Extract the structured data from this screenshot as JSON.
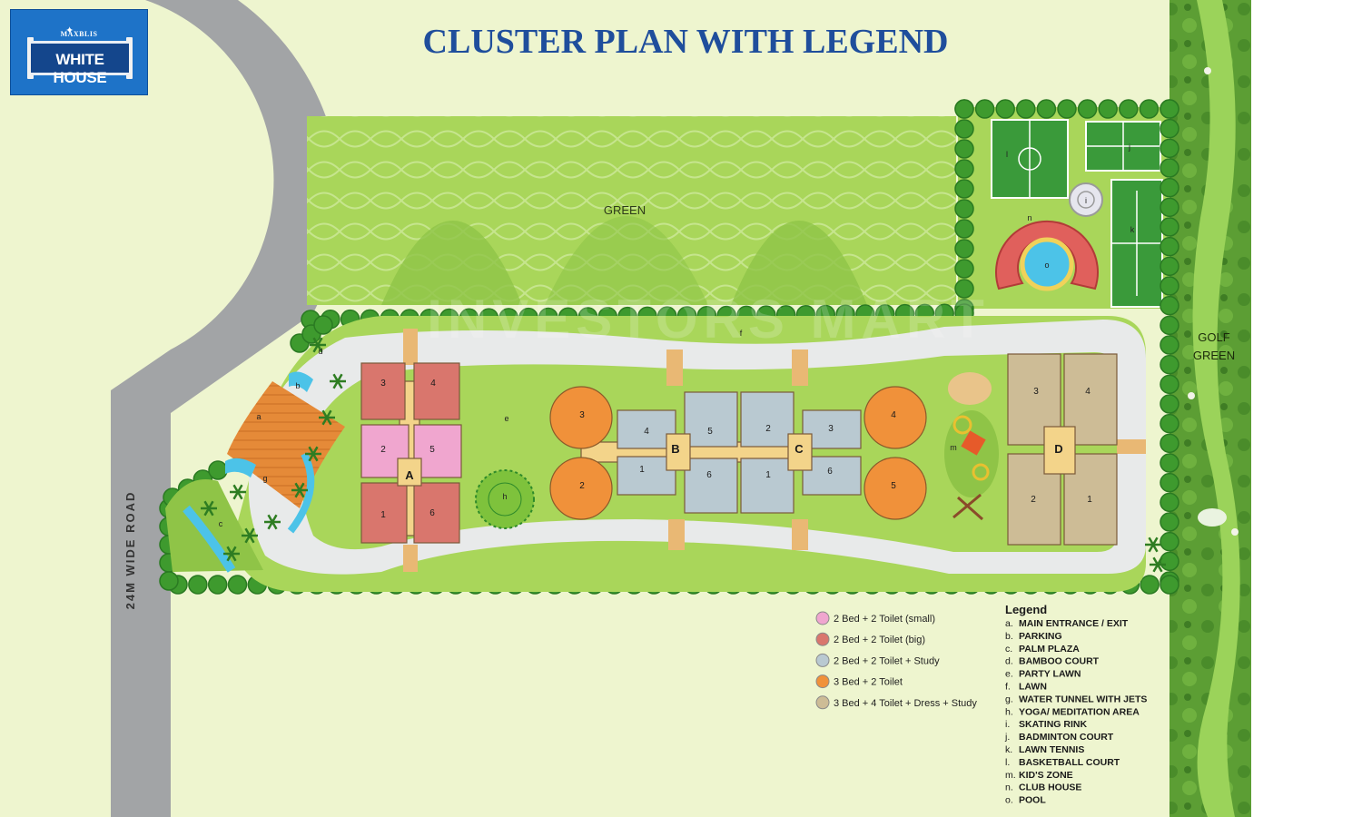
{
  "title": "CLUSTER PLAN WITH LEGEND",
  "logo": {
    "brand": "MAXBLIS",
    "name": "WHITE HOUSE"
  },
  "road_label": "24M WIDE ROAD",
  "area_labels": {
    "green": "GREEN",
    "golf_green": [
      "GOLF",
      "GREEN"
    ]
  },
  "watermark": "INVESTORS MART",
  "towers": [
    {
      "id": "A",
      "units": [
        "1",
        "2",
        "3",
        "4",
        "5",
        "6"
      ]
    },
    {
      "id": "B",
      "units": [
        "1",
        "2",
        "3",
        "4",
        "5",
        "6"
      ]
    },
    {
      "id": "C",
      "units": [
        "1",
        "2",
        "3",
        "4",
        "5",
        "6"
      ]
    },
    {
      "id": "D",
      "units": [
        "1",
        "2",
        "3",
        "4"
      ]
    }
  ],
  "amenity_markers": [
    "a",
    "b",
    "c",
    "d",
    "e",
    "f",
    "g",
    "h",
    "i",
    "j",
    "k",
    "l",
    "m",
    "n",
    "o"
  ],
  "unit_types": [
    {
      "label": "2 Bed + 2 Toilet (small)",
      "color": "#f0a6cf"
    },
    {
      "label": "2 Bed + 2 Toilet (big)",
      "color": "#d9766d"
    },
    {
      "label": "2 Bed + 2 Toilet + Study",
      "color": "#b9c9d1"
    },
    {
      "label": "3 Bed + 2 Toilet",
      "color": "#f0913a"
    },
    {
      "label": "3 Bed + 4 Toilet + Dress + Study",
      "color": "#cdbc96"
    }
  ],
  "legend": {
    "heading": "Legend",
    "items": [
      {
        "key": "a.",
        "label": "MAIN ENTRANCE / EXIT"
      },
      {
        "key": "b.",
        "label": "PARKING"
      },
      {
        "key": "c.",
        "label": "PALM PLAZA"
      },
      {
        "key": "d.",
        "label": "BAMBOO COURT"
      },
      {
        "key": "e.",
        "label": "PARTY LAWN"
      },
      {
        "key": "f.",
        "label": "LAWN"
      },
      {
        "key": "g.",
        "label": "WATER TUNNEL WITH JETS"
      },
      {
        "key": "h.",
        "label": "YOGA/ MEDITATION AREA"
      },
      {
        "key": "i.",
        "label": "SKATING RINK"
      },
      {
        "key": "j.",
        "label": "BADMINTON COURT"
      },
      {
        "key": "k.",
        "label": "LAWN TENNIS"
      },
      {
        "key": "l.",
        "label": "BASKETBALL COURT"
      },
      {
        "key": "m.",
        "label": "KID'S ZONE"
      },
      {
        "key": "n.",
        "label": "CLUB HOUSE"
      },
      {
        "key": "o.",
        "label": "POOL"
      }
    ]
  },
  "colors": {
    "background": "#eef5cf",
    "road": "#a2a4a6",
    "green_lawn": "#a9d65a",
    "hedge": "#3e9a2e",
    "path": "#e8eaea",
    "title": "#1f4e9c",
    "golf": "#6cae3a"
  }
}
